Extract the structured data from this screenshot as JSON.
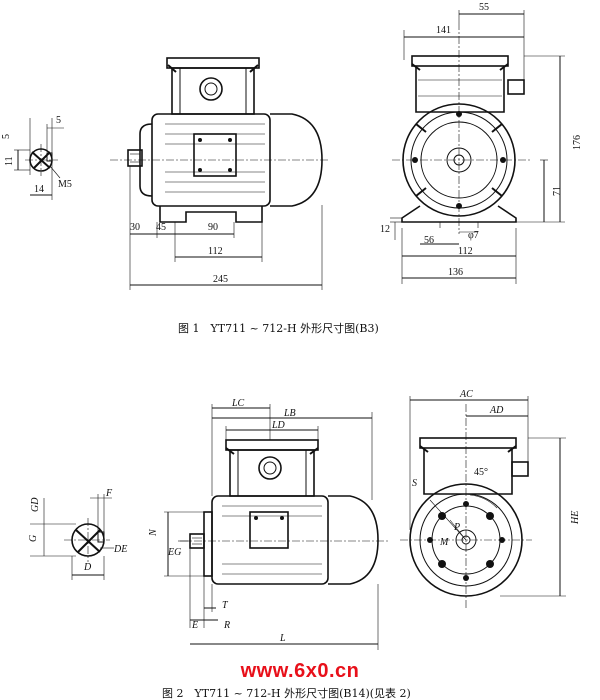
{
  "fig1": {
    "caption": "图 1　YT711 ~ 712-H 外形尺寸图(B3)",
    "dims": {
      "d55": "55",
      "d141": "141",
      "d176": "176",
      "d71": "71",
      "d12": "12",
      "d56": "56",
      "phi7": "φ7",
      "d112r": "112",
      "d136": "136",
      "d30": "30",
      "d45": "45",
      "d90": "90",
      "d112": "112",
      "d245": "245",
      "d5a": "5",
      "d5b": "5",
      "d11": "11",
      "d14": "14",
      "m5": "M5"
    }
  },
  "fig2": {
    "caption": "图 2　YT711 ~ 712-H 外形尺寸图(B14)(见表 2)",
    "dims": {
      "LC": "LC",
      "LB": "LB",
      "LD": "LD",
      "AC": "AC",
      "AD": "AD",
      "deg45": "45°",
      "HE": "HE",
      "S": "S",
      "P": "P",
      "M": "M",
      "N": "N",
      "EG": "EG",
      "T": "T",
      "E": "E",
      "R": "R",
      "L": "L",
      "F": "F",
      "GD": "GD",
      "G": "G",
      "DE": "DE",
      "D": "D"
    }
  },
  "watermark": "www.6x0.cn"
}
